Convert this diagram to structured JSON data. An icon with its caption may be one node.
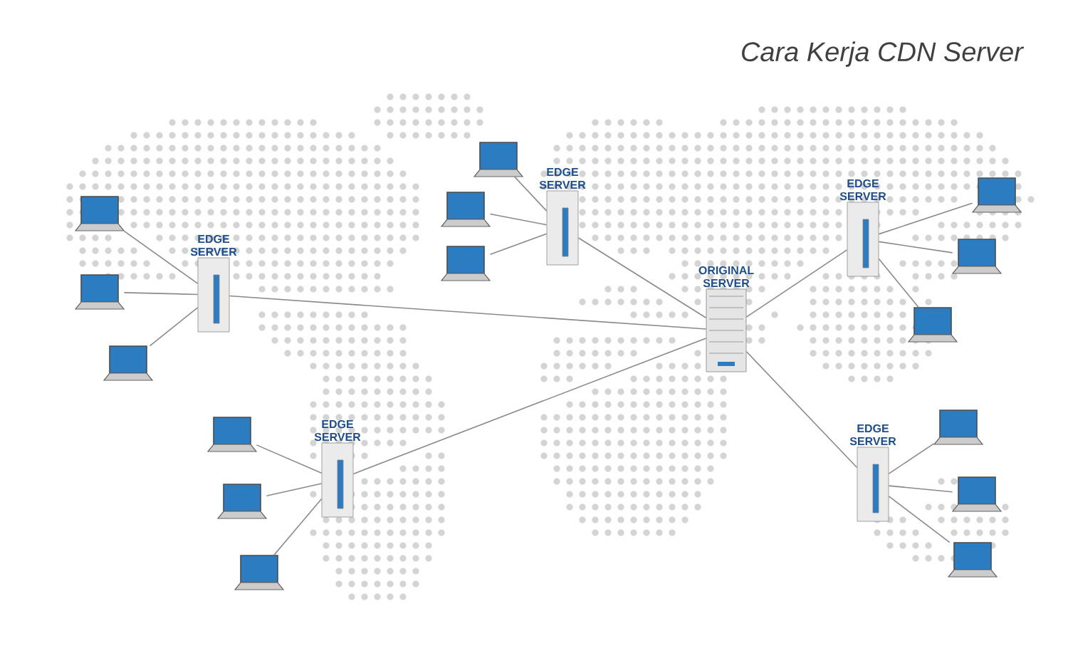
{
  "diagram": {
    "title": "Cara Kerja CDN Server",
    "nodes": [
      {
        "text": [
          "EDGE SERVER"
        ]
      },
      {
        "text": [
          "EDGE SERVER"
        ]
      },
      {
        "text": [
          "ORIGINAL SERVER"
        ]
      },
      {
        "text": [
          "EDGE SERVER"
        ]
      },
      {
        "text": [
          "EDGE SERVER"
        ]
      },
      {
        "text": [
          "EDGE SERVER"
        ]
      },
      {
        "text": [],
        "shape": "laptop"
      },
      {
        "text": [],
        "shape": "laptop"
      },
      {
        "text": [],
        "shape": "laptop"
      },
      {
        "text": [],
        "shape": "laptop"
      },
      {
        "text": [],
        "shape": "laptop"
      },
      {
        "text": [],
        "shape": "laptop"
      },
      {
        "text": [],
        "shape": "laptop"
      },
      {
        "text": [],
        "shape": "laptop"
      },
      {
        "text": [],
        "shape": "laptop"
      },
      {
        "text": [],
        "shape": "laptop"
      },
      {
        "text": [],
        "shape": "laptop"
      },
      {
        "text": [],
        "shape": "laptop"
      },
      {
        "text": [],
        "shape": "laptop"
      },
      {
        "text": [],
        "shape": "laptop"
      },
      {
        "text": [],
        "shape": "laptop"
      }
    ],
    "edges": [
      {
        "from": 0,
        "to": 2,
        "arrow": "none"
      },
      {
        "from": 1,
        "to": 2,
        "arrow": "none"
      },
      {
        "from": 3,
        "to": 2,
        "arrow": "none"
      },
      {
        "from": 4,
        "to": 2,
        "arrow": "none"
      },
      {
        "from": 5,
        "to": 2,
        "arrow": "none"
      },
      {
        "from": 6,
        "to": 0,
        "arrow": "none"
      },
      {
        "from": 7,
        "to": 0,
        "arrow": "none"
      },
      {
        "from": 8,
        "to": 0,
        "arrow": "none"
      },
      {
        "from": 9,
        "to": 1,
        "arrow": "none"
      },
      {
        "from": 10,
        "to": 1,
        "arrow": "none"
      },
      {
        "from": 11,
        "to": 1,
        "arrow": "none"
      },
      {
        "from": 12,
        "to": 3,
        "arrow": "none"
      },
      {
        "from": 13,
        "to": 3,
        "arrow": "none"
      },
      {
        "from": 14,
        "to": 3,
        "arrow": "none"
      },
      {
        "from": 15,
        "to": 4,
        "arrow": "none"
      },
      {
        "from": 16,
        "to": 4,
        "arrow": "none"
      },
      {
        "from": 17,
        "to": 4,
        "arrow": "none"
      },
      {
        "from": 18,
        "to": 5,
        "arrow": "none"
      },
      {
        "from": 19,
        "to": 5,
        "arrow": "none"
      },
      {
        "from": 20,
        "to": 5,
        "arrow": "none"
      }
    ]
  }
}
